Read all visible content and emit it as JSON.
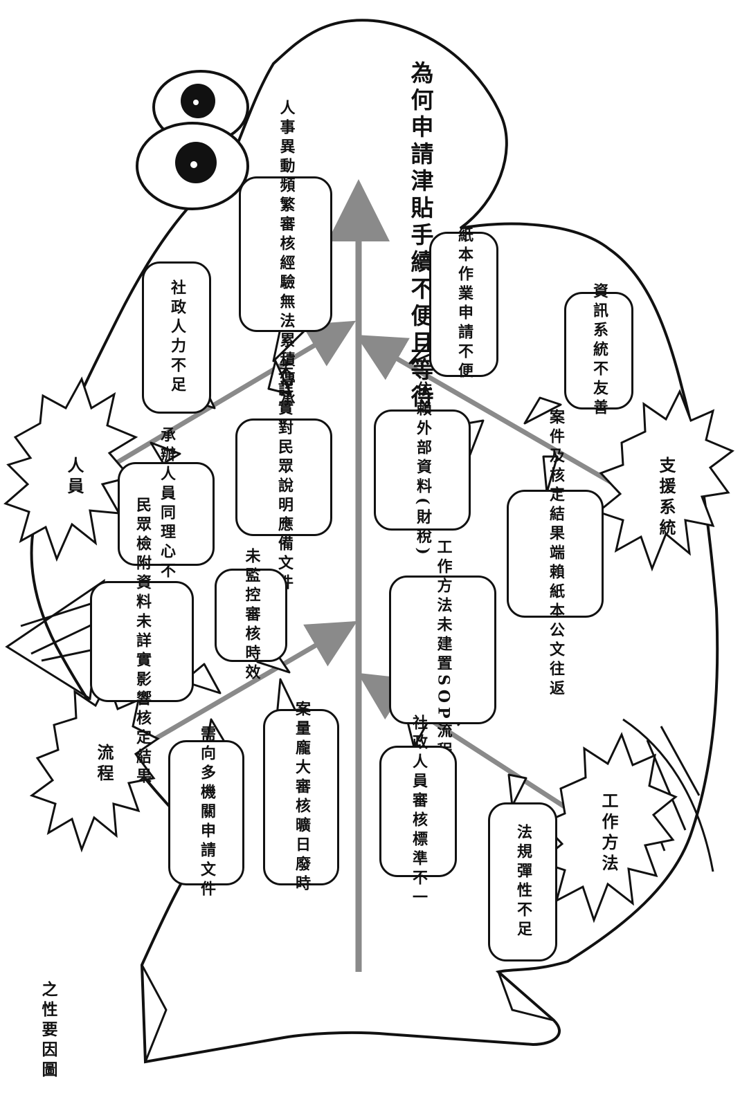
{
  "caption": "之性要因圖",
  "problem": "為何申請津貼手續不便且等待冗長？",
  "categories": {
    "personnel": "人員",
    "process": "流程",
    "support": "支援系統",
    "method": "工作方法"
  },
  "causes": {
    "c1": "社政人力不足",
    "c2": "人事異動頻繁審核經驗無法累積傳承",
    "c3": "未詳實對民眾說明應備文件",
    "c4": "承辦人員同理心不足",
    "c5": "民眾檢附資料未詳實影響核定結果",
    "c6": "未監控審核時效",
    "c7": "需向多機關申請文件",
    "c8": "案量龐大審核曠日廢時",
    "c9": "紙本作業申請不便",
    "c10": "資訊系統不友善",
    "c11": "依賴外部資料(財稅)",
    "c12": "案件及核定結果端賴紙本公文往返",
    "c13": "工作方法未建置SOP流程",
    "c14": "社政人員審核標準不一",
    "c15": "法規彈性不足"
  }
}
